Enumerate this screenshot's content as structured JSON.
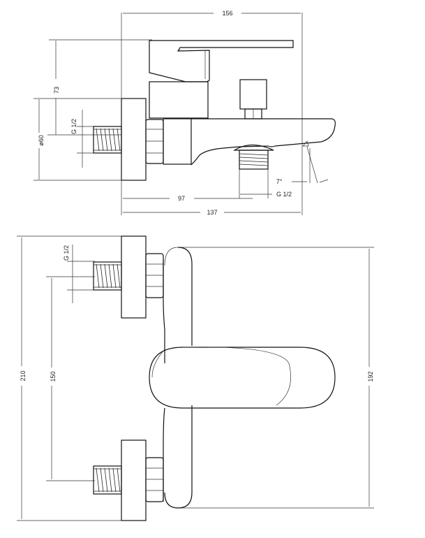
{
  "top_view": {
    "dim_width_total": "156",
    "dim_height": "73",
    "dim_diameter": "ø60",
    "dim_thread_inlet": "G 1/2",
    "dim_angle": "7°",
    "dim_outlet_thread": "G 1/2",
    "dim_spout_offset": "97",
    "dim_depth": "137"
  },
  "front_view": {
    "dim_thread_inlet": "G 1/2",
    "dim_total_height": "210",
    "dim_centers": "150",
    "dim_body_height": "192"
  }
}
